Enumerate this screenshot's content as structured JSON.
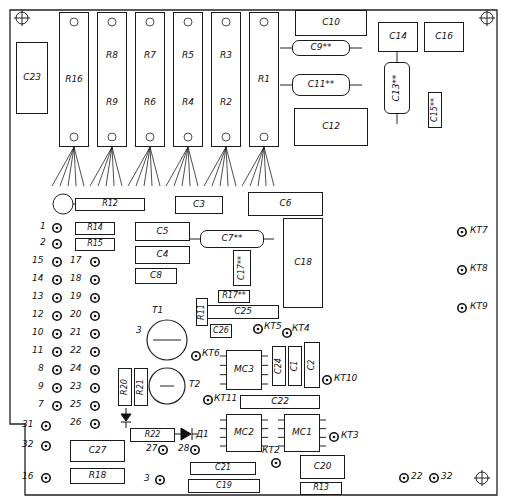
{
  "diagram": {
    "nodes": [
      {
        "text": [
          "C23"
        ]
      },
      {
        "text": [
          "R16"
        ]
      },
      {
        "text": [
          "R8",
          "R9"
        ]
      },
      {
        "text": [
          "R7",
          "R6"
        ]
      },
      {
        "text": [
          "R5",
          "R4"
        ]
      },
      {
        "text": [
          "R3",
          "R2"
        ]
      },
      {
        "text": [
          "R1"
        ]
      },
      {
        "text": [
          "C10"
        ]
      },
      {
        "text": [
          "C14"
        ]
      },
      {
        "text": [
          "C16"
        ]
      },
      {
        "text": [
          "C9**"
        ]
      },
      {
        "text": [
          "C11**"
        ]
      },
      {
        "text": [
          "C13**"
        ]
      },
      {
        "text": [
          "C15**"
        ]
      },
      {
        "text": [
          "C12"
        ]
      },
      {
        "text": [
          "R12"
        ]
      },
      {
        "text": [
          "C3"
        ]
      },
      {
        "text": [
          "C6"
        ]
      },
      {
        "text": [
          "R14"
        ]
      },
      {
        "text": [
          "R15"
        ]
      },
      {
        "text": [
          "C5"
        ]
      },
      {
        "text": [
          "C7**"
        ]
      },
      {
        "text": [
          "C4"
        ]
      },
      {
        "text": [
          "C8"
        ]
      },
      {
        "text": [
          "C18"
        ]
      },
      {
        "text": [
          "C17**"
        ]
      },
      {
        "text": [
          "R17**"
        ]
      },
      {
        "text": [
          "C25"
        ]
      },
      {
        "text": [
          "C26"
        ]
      },
      {
        "text": [
          "C24"
        ]
      },
      {
        "text": [
          "C1"
        ]
      },
      {
        "text": [
          "C2"
        ]
      },
      {
        "text": [
          "МС3"
        ]
      },
      {
        "text": [
          "R11"
        ]
      },
      {
        "text": [
          "R20"
        ]
      },
      {
        "text": [
          "R21"
        ]
      },
      {
        "text": [
          "R22"
        ]
      },
      {
        "text": [
          "C22"
        ]
      },
      {
        "text": [
          "МС2"
        ]
      },
      {
        "text": [
          "МС1"
        ]
      },
      {
        "text": [
          "C27"
        ]
      },
      {
        "text": [
          "R18"
        ]
      },
      {
        "text": [
          "C21"
        ]
      },
      {
        "text": [
          "C19"
        ]
      },
      {
        "text": [
          "C20"
        ]
      },
      {
        "text": [
          "R13"
        ]
      }
    ],
    "labels": [
      "1",
      "2",
      "15",
      "17",
      "14",
      "18",
      "13",
      "19",
      "12",
      "20",
      "10",
      "21",
      "11",
      "22",
      "8",
      "24",
      "9",
      "23",
      "7",
      "25",
      "31",
      "26",
      "32",
      "16",
      "27",
      "28",
      "3",
      "22",
      "32",
      "КТ7",
      "КТ8",
      "КТ9",
      "КТ5",
      "КТ4",
      "КТ6",
      "КТ10",
      "КТ11",
      "КТ3",
      "КТ2",
      "T1",
      "T2",
      "3",
      "Д1"
    ]
  }
}
